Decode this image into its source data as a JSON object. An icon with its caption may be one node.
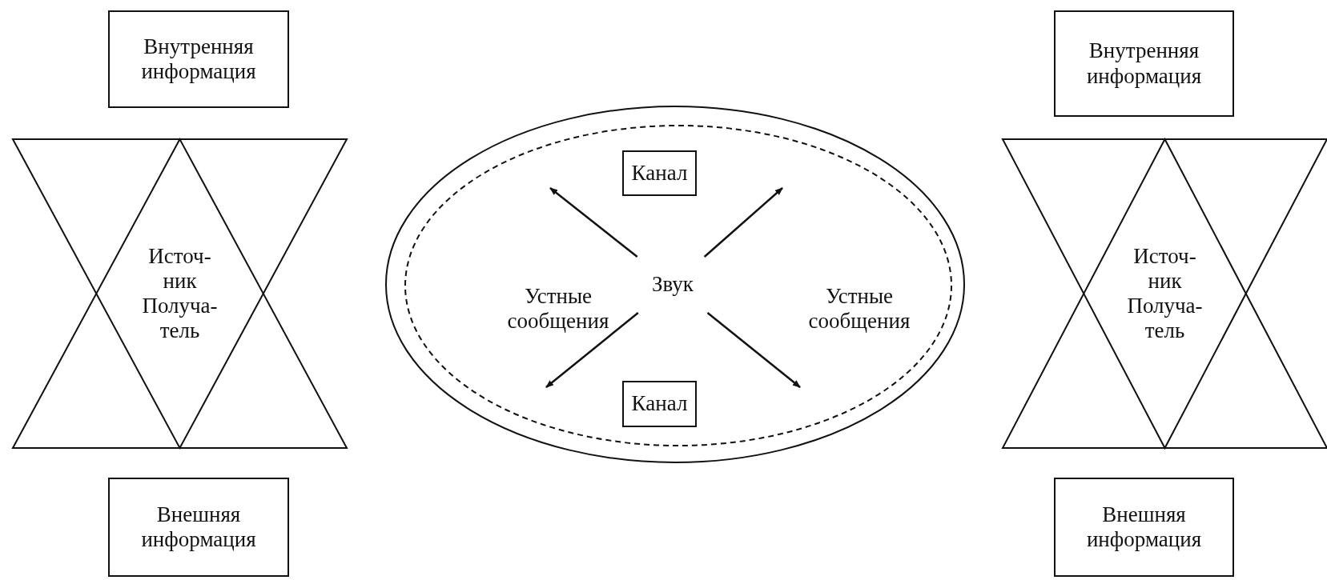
{
  "diagram": {
    "nodes": [
      {
        "text": [
          "Внутренняя информация"
        ]
      },
      {
        "text": [
          "Источ- ник Получа- тель"
        ]
      },
      {
        "text": [
          "Внешняя информация"
        ]
      },
      {
        "text": [],
        "shape": "ellipse"
      },
      {
        "text": [],
        "shape": "ellipse",
        "in": 3
      },
      {
        "text": [
          "Звук"
        ],
        "in": 4
      },
      {
        "text": [
          "Канал"
        ],
        "in": 4
      },
      {
        "text": [
          "Устные сообщения"
        ],
        "in": 4
      },
      {
        "text": [
          "Устные сообщения"
        ],
        "in": 4
      },
      {
        "text": [
          "Канал"
        ],
        "in": 4
      },
      {
        "text": [
          "Внутренняя информация"
        ]
      },
      {
        "text": [
          "Источ- ник Получа- тель"
        ]
      },
      {
        "text": [
          "Внешняя информация"
        ]
      }
    ],
    "edges": [
      {
        "from": 5,
        "to": null,
        "arrow": "to"
      },
      {
        "from": 5,
        "to": null,
        "arrow": "to"
      },
      {
        "from": 5,
        "to": null,
        "arrow": "to"
      },
      {
        "from": 5,
        "to": null,
        "arrow": "to"
      }
    ]
  }
}
